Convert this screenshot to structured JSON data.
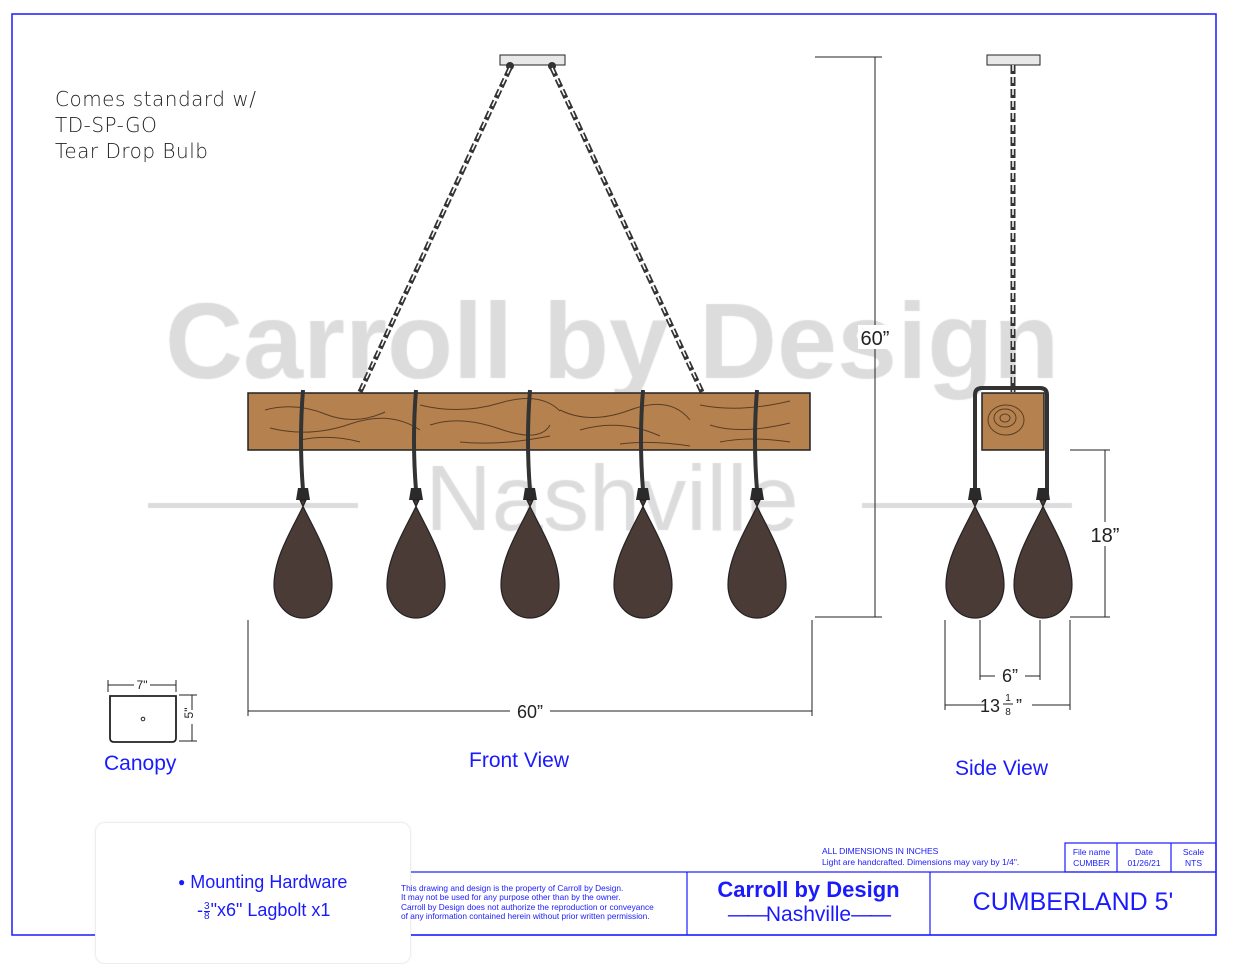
{
  "note": {
    "line1": "Comes standard w/",
    "line2": "TD-SP-GO",
    "line3": "Tear Drop Bulb"
  },
  "watermark": {
    "line1": "Carroll by Design",
    "line2": "Nashville"
  },
  "dimensions": {
    "front_height": "60”",
    "front_width": "60”",
    "side_drop": "18”",
    "side_bulb_spacing": "6”",
    "side_width_whole": "13",
    "side_width_num": "1",
    "side_width_den": "8",
    "side_width_unit": "”",
    "canopy_width": "7\"",
    "canopy_height": "5\""
  },
  "labels": {
    "canopy": "Canopy",
    "front_view": "Front View",
    "side_view": "Side View"
  },
  "hardware": {
    "line1": "Mounting Hardware",
    "prefix": "-",
    "num": "3",
    "den": "8",
    "line2_rest": "\"x6\" Lagbolt x1"
  },
  "title_block": {
    "dims_note1": "ALL DIMENSIONS IN INCHES",
    "dims_note2": "Light are handcrafted. Dimensions may vary by 1/4\".",
    "file_name_label": "File name",
    "file_name": "CUMBER",
    "date_label": "Date",
    "date": "01/26/21",
    "scale_label": "Scale",
    "scale": "NTS",
    "disclaimer1": "This drawing and design is the property of Carroll by Design.",
    "disclaimer2": "It may not be used for any purpose other than by the owner.",
    "disclaimer3": "Carroll by Design does not authorize the reproduction or conveyance",
    "disclaimer4": "of any information contained herein without prior written permission.",
    "company": "Carroll by Design",
    "city": "Nashville",
    "product": "CUMBERLAND 5'"
  },
  "colors": {
    "border": "#1a1aff",
    "wood": "#b5824f",
    "bulb": "#4b3b37",
    "watermark": "#dcdcdc"
  },
  "front_bulb_count": 5,
  "side_bulb_count": 2
}
